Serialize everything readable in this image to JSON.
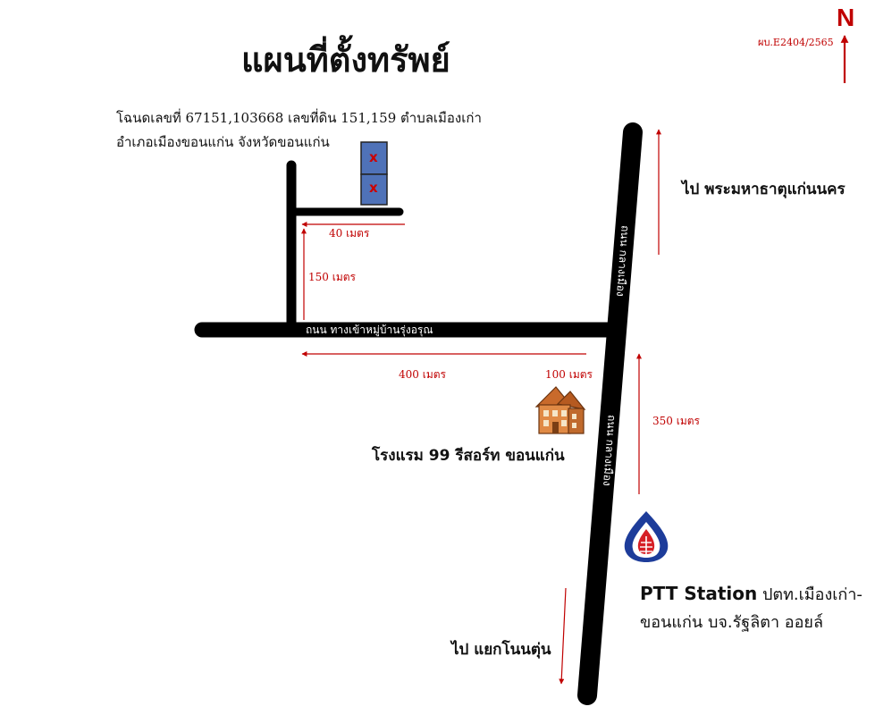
{
  "title": "แผนที่ตั้งทรัพย์",
  "north_label": "N",
  "reference_code": "ผบ.E2404/2565",
  "deed_line1": "โฉนดเลขที่ 67151,103668 เลขที่ดิน 151,159 ตำบลเมืองเก่า",
  "deed_line2": "อำเภอเมืองขอนแก่น  จังหวัดขอนแก่น",
  "parcel_marks": [
    "x",
    "x"
  ],
  "distances": {
    "d40": "40 เมตร",
    "d150": "150 เมตร",
    "d400": "400 เมตร",
    "d100": "100 เมตร",
    "d350": "350 เมตร"
  },
  "roads": {
    "horizontal": "ถนน ทางเข้าหมู่บ้านรุ่งอรุณ",
    "main_upper": "ถนน กลางเมือง",
    "main_lower": "ถนน กลางเมือง"
  },
  "destinations": {
    "north": "ไป  พระมหาธาตุแก่นนคร",
    "south": "ไป  แยกโนนตุ่น"
  },
  "hotel": {
    "label": "โรงแรม 99 รีสอร์ท ขอนแก่น",
    "icon": "hotel-building-icon"
  },
  "ptt": {
    "brand": "PTT Station",
    "line1_rest": " ปตท.เมืองเก่า-",
    "line2": "ขอนแก่น บจ.รัฐลิตา ออยล์",
    "icon": "ptt-flame-logo-icon"
  },
  "colors": {
    "road": "#000000",
    "arrow": "#c00000",
    "parcel": "#4f72b8",
    "ptt_blue": "#1d3c9a",
    "ptt_red": "#d61f26"
  }
}
